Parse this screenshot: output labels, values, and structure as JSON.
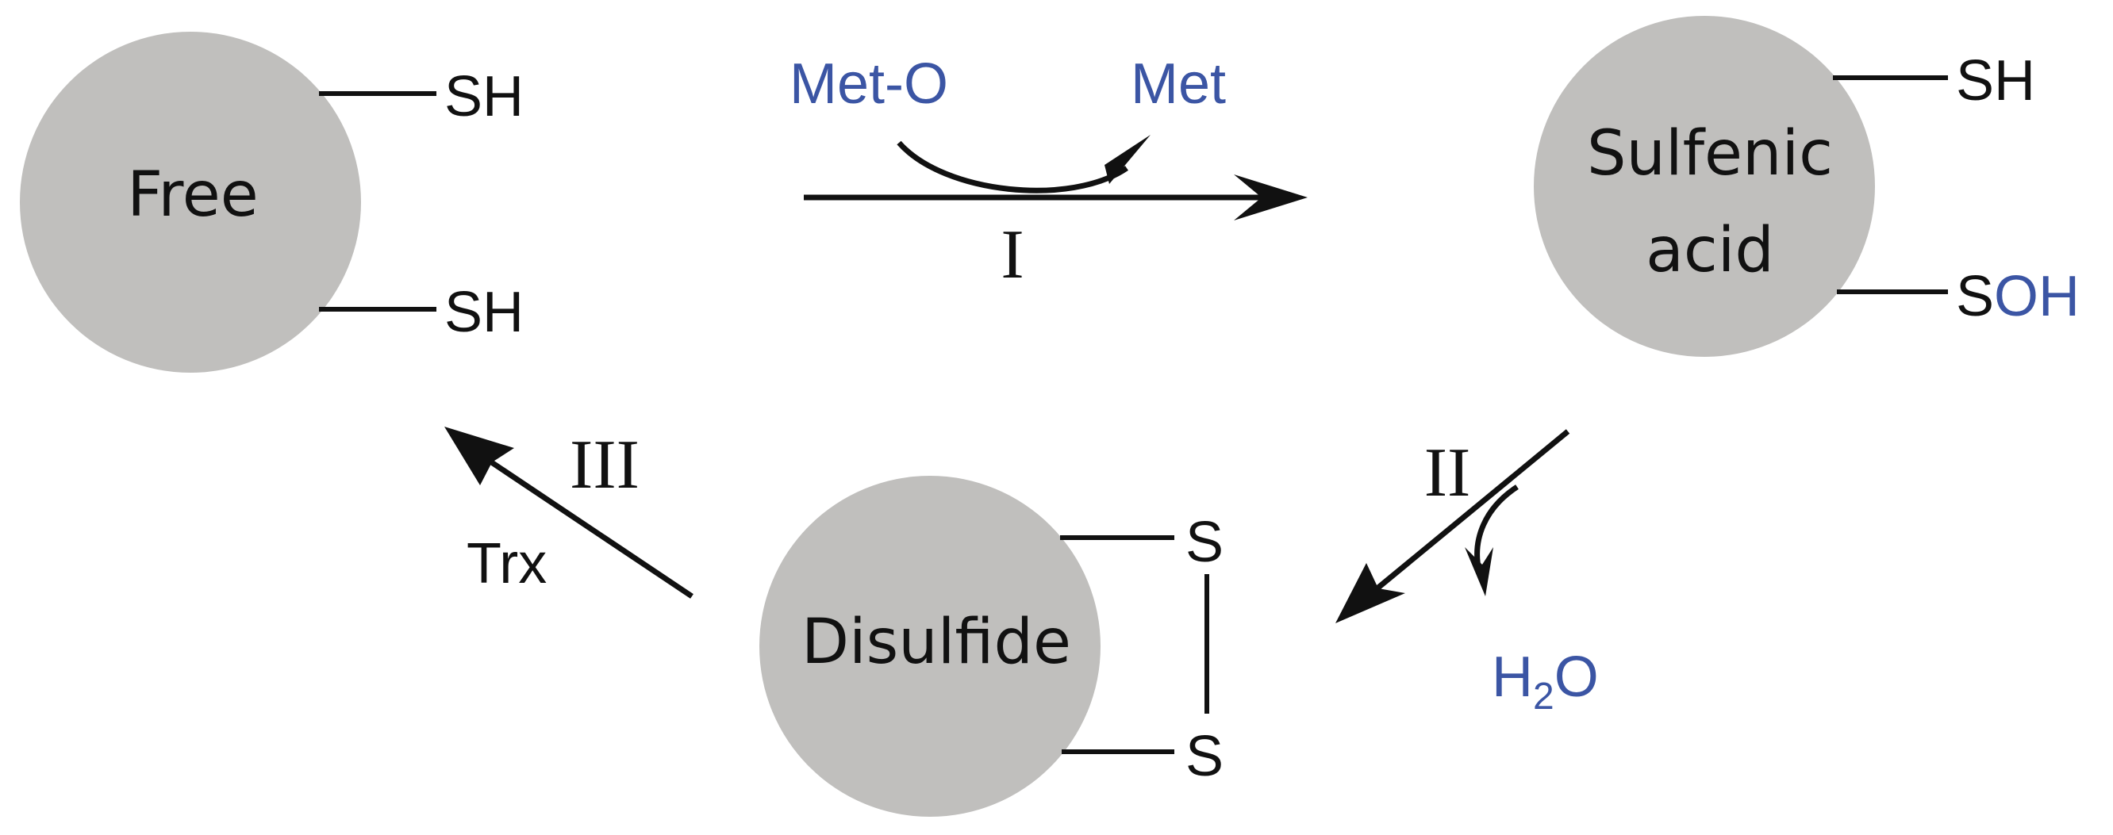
{
  "states": {
    "free": {
      "label": "Free",
      "thiol_top": "SH",
      "thiol_bottom": "SH"
    },
    "sulfenic": {
      "label_line1": "Sulfenic",
      "label_line2": "acid",
      "thiol_top": "SH",
      "thiol_bottom_s": "S",
      "thiol_bottom_oh": "OH"
    },
    "disulfide": {
      "label": "Disulfide",
      "sulfur_top": "S",
      "sulfur_bottom": "S"
    }
  },
  "steps": {
    "step1": {
      "label": "I",
      "reactant": "Met-O",
      "product": "Met"
    },
    "step2": {
      "label": "II",
      "byproduct_h": "H",
      "byproduct_sub": "2",
      "byproduct_o": "O"
    },
    "step3": {
      "label": "III",
      "reagent": "Trx"
    }
  },
  "colors": {
    "circle_fill": "#c0bfbd",
    "text_dark": "#111111",
    "accent_blue": "#3b55a4"
  }
}
